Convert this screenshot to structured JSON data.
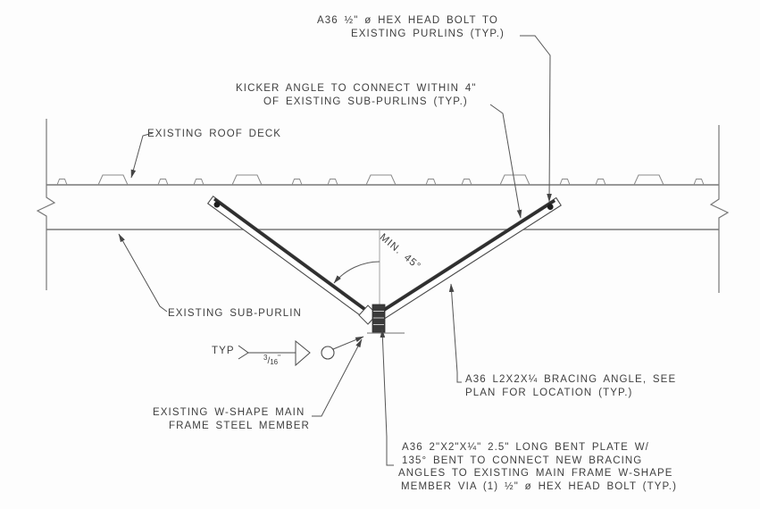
{
  "annotations": {
    "hex_bolt": {
      "line1": "A36 ½\" ø HEX HEAD BOLT TO",
      "line2": "EXISTING PURLINS (TYP.)"
    },
    "kicker": {
      "line1": "KICKER ANGLE TO CONNECT WITHIN 4\"",
      "line2": "OF EXISTING SUB-PURLINS (TYP.)"
    },
    "roof_deck": {
      "label": "EXISTING ROOF DECK"
    },
    "sub_purlin": {
      "label": "EXISTING SUB-PURLIN"
    },
    "angle_dim": {
      "label": "MIN. 45°"
    },
    "weld": {
      "prefix": "TYP",
      "numerator": "3",
      "denominator": "16",
      "slash": "/",
      "unit": "\""
    },
    "wshape": {
      "line1": "EXISTING W-SHAPE MAIN",
      "line2": "FRAME STEEL MEMBER"
    },
    "bracing": {
      "line1": "A36 L2X2X¼ BRACING ANGLE, SEE",
      "line2": "PLAN FOR LOCATION (TYP.)"
    },
    "bent_plate": {
      "line1": "A36 2\"X2\"X¼\" 2.5\" LONG BENT PLATE W/",
      "line2": "135° BENT TO CONNECT NEW BRACING",
      "line3": "ANGLES TO EXISTING MAIN FRAME W-SHAPE",
      "line4": "MEMBER VIA (1) ½\" ø HEX HEAD BOLT (TYP.)"
    }
  },
  "colors": {
    "background": "#fdfdfd",
    "line": "#787878",
    "leader": "#555555",
    "member_edge": "#2f2f2f",
    "text": "#3f3f3f"
  }
}
